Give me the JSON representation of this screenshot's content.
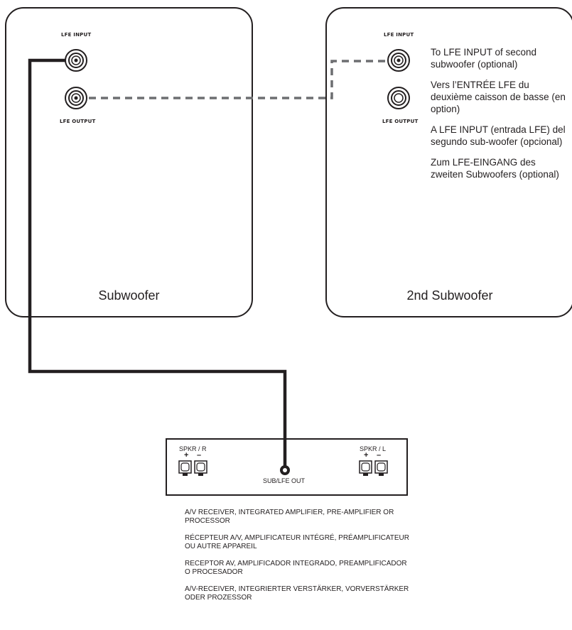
{
  "subwoofer1": {
    "label": "Subwoofer",
    "lfe_input_label": "LFE INPUT",
    "lfe_output_label": "LFE OUTPUT"
  },
  "subwoofer2": {
    "label": "2nd Subwoofer",
    "lfe_input_label": "LFE INPUT",
    "lfe_output_label": "LFE OUTPUT"
  },
  "second_sub_notes": {
    "en": "To LFE INPUT of second subwoofer (optional)",
    "fr": "Vers l’ENTRÉE LFE du deuxième caisson de basse (en option)",
    "es": "A LFE INPUT (entrada LFE) del segundo sub-woofer (opcional)",
    "de": "Zum LFE-EINGANG des zweiten Subwoofers (optional)"
  },
  "receiver": {
    "spkr_r_label": "SPKR / R",
    "spkr_l_label": "SPKR / L",
    "plus": "+",
    "minus": "–",
    "sub_out_label": "SUB/LFE OUT"
  },
  "receiver_description": {
    "en": "A/V RECEIVER, INTEGRATED AMPLIFIER, PRE-AMPLIFIER OR PROCESSOR",
    "fr": "RÉCEPTEUR A/V, AMPLIFICATEUR INTÉGRÉ, PRÉAMPLIFICATEUR OU AUTRE APPAREIL",
    "es": "RECEPTOR AV, AMPLIFICADOR INTEGRADO, PREAMPLIFICADOR O PROCESADOR",
    "de": "A/V-RECEIVER, INTEGRIERTER VERSTÄRKER, VORVERSTÄRKER ODER PROZESSOR"
  },
  "colors": {
    "line": "#231f20",
    "dashed_cable": "#6d6e71"
  }
}
